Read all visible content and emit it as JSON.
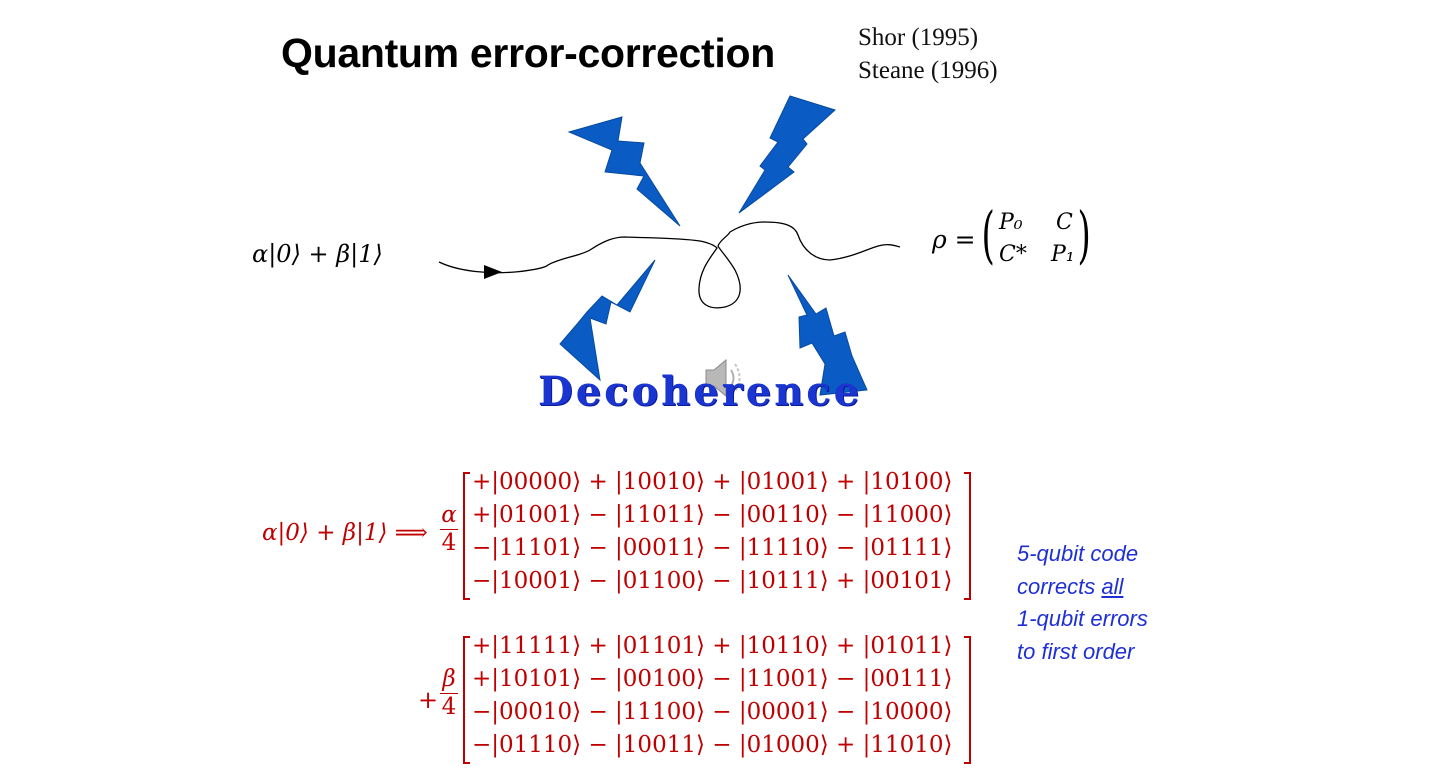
{
  "slide": {
    "title": "Quantum error-correction",
    "citations": [
      "Shor (1995)",
      "Steane (1996)"
    ],
    "input_state": "α|0⟩ + β|1⟩",
    "decoherence_label": "Decoherence",
    "density_matrix": {
      "lhs": "ρ =",
      "entries": [
        [
          "P₀",
          "C"
        ],
        [
          "C*",
          "P₁"
        ]
      ]
    },
    "encoding": {
      "lhs": "α|0⟩ + β|1⟩ ⟹",
      "alpha_fraction": {
        "num": "α",
        "den": "4"
      },
      "alpha_rows": [
        "+|00000⟩ + |10010⟩ + |01001⟩ + |10100⟩",
        "+|01001⟩ − |11011⟩ − |00110⟩ − |11000⟩",
        "−|11101⟩ − |00011⟩ − |11110⟩ − |01111⟩",
        "−|10001⟩ − |01100⟩ − |10111⟩ + |00101⟩"
      ],
      "plus": "+",
      "beta_fraction": {
        "num": "β",
        "den": "4"
      },
      "beta_rows": [
        "+|11111⟩ + |01101⟩ + |10110⟩ + |01011⟩",
        "+|10101⟩ − |00100⟩ − |11001⟩ − |00111⟩",
        "−|00010⟩ − |11100⟩ − |00001⟩ − |10000⟩",
        "−|01110⟩ − |10011⟩ − |01000⟩ + |11010⟩"
      ]
    },
    "side_note": {
      "line1": "5-qubit code",
      "line2_pre": "corrects ",
      "line2_emph": "all",
      "line3": "1-qubit errors",
      "line4": "to first order"
    },
    "colors": {
      "lightning": "#0b5bc4",
      "equation": "#c00000",
      "note": "#1f2fd6",
      "decoherence": "#1a35d0"
    },
    "icons": [
      "lightning-bolt-icon",
      "speaker-icon"
    ]
  }
}
